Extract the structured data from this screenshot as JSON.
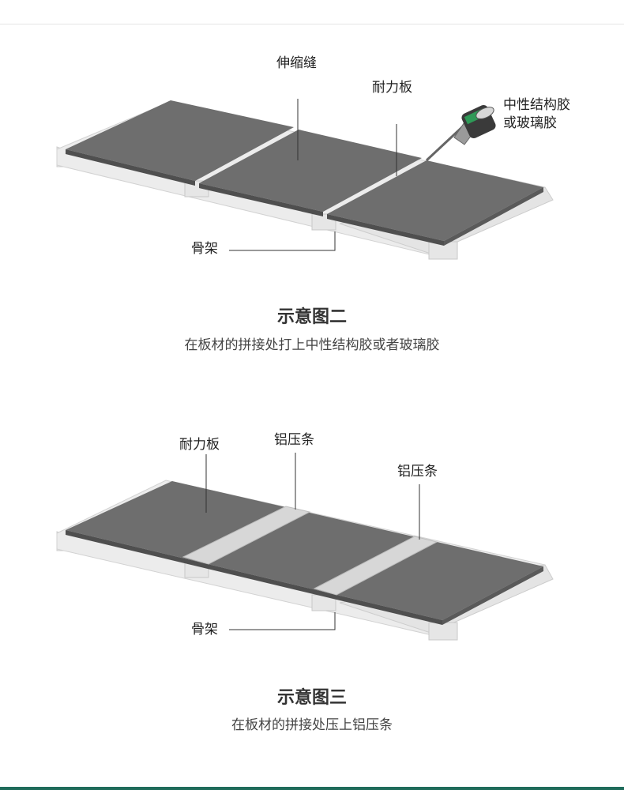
{
  "diagram2": {
    "labels": {
      "expansion_joint": "伸缩缝",
      "board": "耐力板",
      "sealant_line1": "中性结构胶",
      "sealant_line2": "或玻璃胶",
      "frame": "骨架"
    },
    "title": "示意图二",
    "caption": "在板材的拼接处打上中性结构胶或者玻璃胶"
  },
  "diagram3": {
    "labels": {
      "board": "耐力板",
      "strip_left": "铝压条",
      "strip_right": "铝压条",
      "frame": "骨架"
    },
    "title": "示意图三",
    "caption": "在板材的拼接处压上铝压条"
  },
  "colors": {
    "board": "#6e6e6e",
    "frame": "#e6e6e6",
    "strip": "#d4d4d4",
    "text": "#222222",
    "footer": "#1f6b5a"
  }
}
